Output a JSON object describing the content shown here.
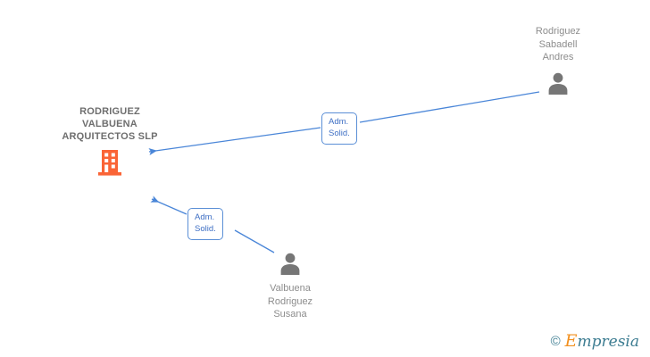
{
  "graph": {
    "company": {
      "icon": "building-icon",
      "icon_color": "#FA6436",
      "name_lines": [
        "RODRIGUEZ",
        "VALBUENA",
        "ARQUITECTOS SLP"
      ],
      "line1": "RODRIGUEZ",
      "line2": "VALBUENA",
      "line3": "ARQUITECTOS SLP"
    },
    "people": [
      {
        "id": "rodriguez-sabadell-andres",
        "icon": "person-icon",
        "name_lines": [
          "Rodriguez",
          "Sabadell",
          "Andres"
        ],
        "line1": "Rodriguez",
        "line2": "Sabadell",
        "line3": "Andres",
        "position": "top-right"
      },
      {
        "id": "valbuena-rodriguez-susana",
        "icon": "person-icon",
        "name_lines": [
          "Valbuena",
          "Rodriguez",
          "Susana"
        ],
        "line1": "Valbuena",
        "line2": "Rodriguez",
        "line3": "Susana",
        "position": "bottom"
      }
    ],
    "relations": [
      {
        "id": "rel-andres",
        "from": "rodriguez-sabadell-andres",
        "to": "company",
        "label_line1": "Adm.",
        "label_line2": "Solid."
      },
      {
        "id": "rel-susana",
        "from": "valbuena-rodriguez-susana",
        "to": "company",
        "label_line1": "Adm.",
        "label_line2": "Solid."
      }
    ],
    "edge_color": "#4A86D8"
  },
  "watermark": {
    "copyright": "©",
    "brand_initial": "E",
    "brand_rest": "mpresia",
    "initial_color": "#F2901F",
    "text_color": "#3C7C91"
  }
}
